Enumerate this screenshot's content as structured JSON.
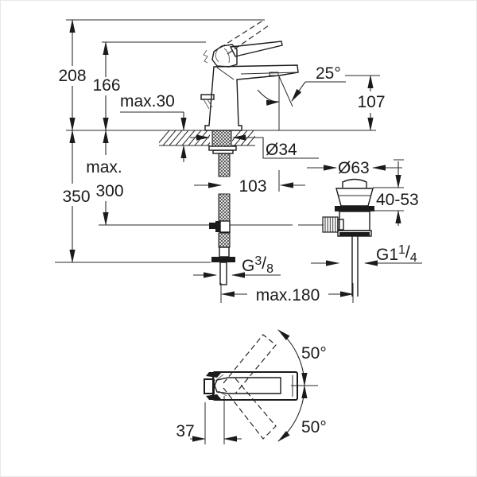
{
  "drawing": {
    "title": "faucet-technical-dimension-drawing",
    "accent_color": "#1b1b1b",
    "labels": {
      "overall_height": "208",
      "body_height": "166",
      "deck_thickness": "max.30",
      "spout_angle": "25°",
      "spout_height": "107",
      "hole_diameter": "Ø34",
      "hose_max_prefix": "max.",
      "hose_length_350": "350",
      "hose_length_300": "300",
      "spout_projection": "103",
      "waste_flange_diameter": "Ø63",
      "basin_thickness_range": "40-53",
      "rod_reach": "max.180",
      "swing_angle_upper": "50°",
      "swing_angle_lower": "50°",
      "handle_offset": "37"
    },
    "threads": {
      "supply": {
        "prefix": "G",
        "sup": "3",
        "slash": "/",
        "sub": "8"
      },
      "waste": {
        "prefix": "G1",
        "sup": "1",
        "slash": "/",
        "sub": "4"
      }
    }
  }
}
